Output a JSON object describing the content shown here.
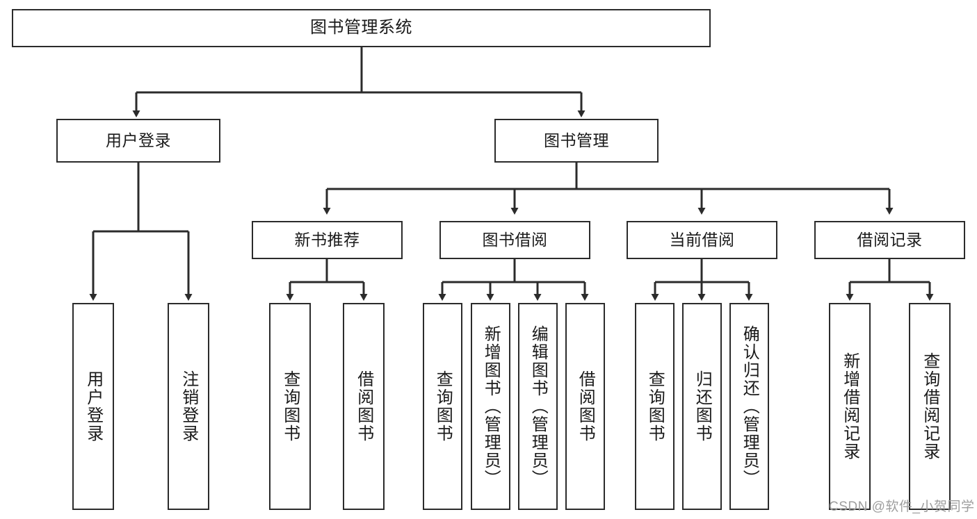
{
  "diagram": {
    "title": "图书管理系统",
    "type": "tree-hierarchy-chart",
    "stroke_color": "#2b2b2b",
    "background_color": "#ffffff",
    "root": {
      "id": "root",
      "label": "图书管理系统"
    },
    "level2": [
      {
        "id": "user-login",
        "label": "用户登录"
      },
      {
        "id": "book-management",
        "label": "图书管理"
      }
    ],
    "level3": [
      {
        "id": "new-book-recommend",
        "label": "新书推荐"
      },
      {
        "id": "book-borrow",
        "label": "图书借阅"
      },
      {
        "id": "current-borrow",
        "label": "当前借阅"
      },
      {
        "id": "borrow-record",
        "label": "借阅记录"
      }
    ],
    "leaves": {
      "user_login": [
        {
          "id": "leaf-user-login",
          "label": "用户登录"
        },
        {
          "id": "leaf-logout-login",
          "label": "注销登录"
        }
      ],
      "new_book_recommend": [
        {
          "id": "leaf-query-book-1",
          "label": "查询图书"
        },
        {
          "id": "leaf-borrow-book-1",
          "label": "借阅图书"
        }
      ],
      "book_borrow": [
        {
          "id": "leaf-query-book-2",
          "label": "查询图书"
        },
        {
          "id": "leaf-add-book",
          "label": "新增图书（管理员）"
        },
        {
          "id": "leaf-edit-book",
          "label": "编辑图书（管理员）"
        },
        {
          "id": "leaf-borrow-book-2",
          "label": "借阅图书"
        }
      ],
      "current_borrow": [
        {
          "id": "leaf-query-book-3",
          "label": "查询图书"
        },
        {
          "id": "leaf-return-book",
          "label": "归还图书"
        },
        {
          "id": "leaf-confirm-return",
          "label": "确认归还（管理员）"
        }
      ],
      "borrow_record": [
        {
          "id": "leaf-add-record",
          "label": "新增借阅记录"
        },
        {
          "id": "leaf-query-record",
          "label": "查询借阅记录"
        }
      ]
    }
  },
  "watermark": {
    "text": "CSDN @软件_小贺同学"
  }
}
